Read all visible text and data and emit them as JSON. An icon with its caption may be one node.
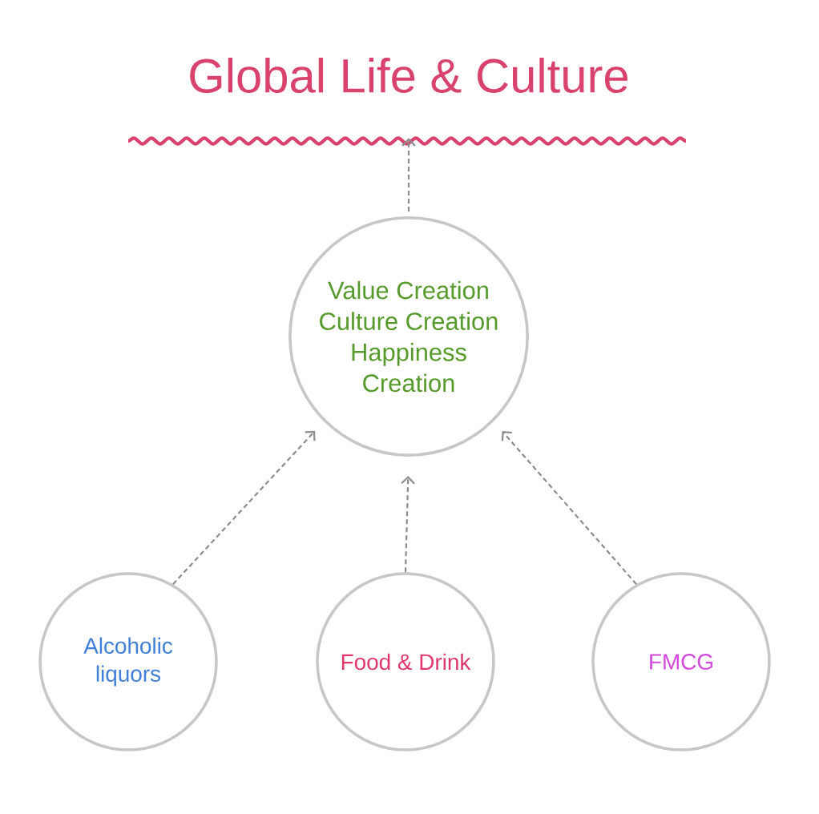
{
  "diagram": {
    "nodes": [
      {
        "text": [
          "Global Life & Culture"
        ]
      },
      {
        "text": [
          "Value Creation",
          "Culture Creation",
          "Happiness Creation"
        ]
      },
      {
        "text": [
          "Alcoholic liquors"
        ]
      },
      {
        "text": [
          "Food & Drink"
        ]
      },
      {
        "text": [
          "FMCG"
        ]
      }
    ],
    "edges": [
      {
        "from": 1,
        "to": 0,
        "arrow": "to",
        "style": "dashed"
      },
      {
        "from": 2,
        "to": 1,
        "arrow": "to",
        "style": "dashed"
      },
      {
        "from": 3,
        "to": 1,
        "arrow": "to",
        "style": "dashed"
      },
      {
        "from": 4,
        "to": 1,
        "arrow": "to",
        "style": "dashed"
      }
    ]
  }
}
